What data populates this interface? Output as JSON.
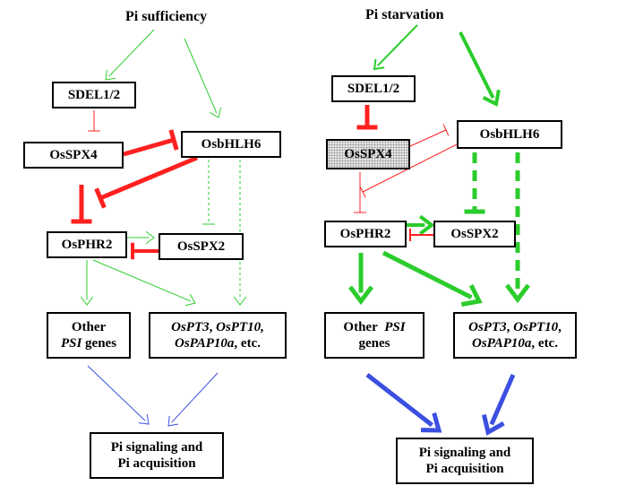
{
  "colors": {
    "activation": "#2bcc2b",
    "inhibition": "#ff2020",
    "signal": "#3b4fe0",
    "border": "#000000"
  },
  "left": {
    "title": "Pi sufficiency",
    "sdel": "SDEL1/2",
    "spx4": "OsSPX4",
    "bhlh6": "OsbHLH6",
    "phr2": "OsPHR2",
    "spx2": "OsSPX2",
    "other_a": "Other",
    "other_b_italic": "PSI",
    "other_b_rest": " genes",
    "targets_l1a": "OsPT3",
    "targets_l1b": ", ",
    "targets_l1c": "OsPT10,",
    "targets_l2a": "OsPAP10a",
    "targets_l2b": ", etc.",
    "signal_l1": "Pi signaling and",
    "signal_l2": "Pi acquisition"
  },
  "right": {
    "title": "Pi starvation",
    "sdel": "SDEL1/2",
    "spx4": "OsSPX4",
    "bhlh6": "OsbHLH6",
    "phr2": "OsPHR2",
    "spx2": "OsSPX2",
    "other_a1": "Other",
    "other_a2": "PSI",
    "other_b": "genes",
    "targets_l1a": "OsPT3",
    "targets_l1b": ", ",
    "targets_l1c": "OsPT10",
    "targets_l1d": ",",
    "targets_l2a": "OsPAP10a",
    "targets_l2b": ", etc.",
    "signal_l1": "Pi signaling and",
    "signal_l2": "Pi acquisition"
  }
}
